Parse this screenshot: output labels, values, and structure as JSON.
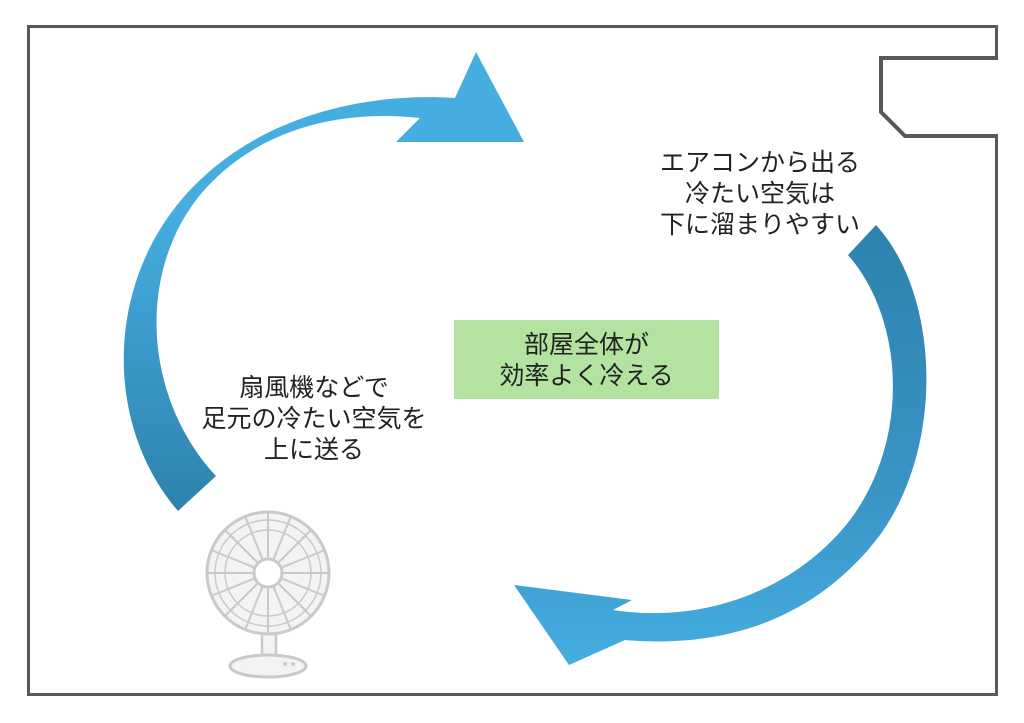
{
  "colors": {
    "frame": "#595959",
    "arrow_light": "#45ade0",
    "arrow_dark": "#2d82ad",
    "center_box": "#b4e2a0",
    "fan": "#c9c9c9"
  },
  "ac_caption": {
    "line1": "エアコンから出る",
    "line2": "冷たい空気は",
    "line3": "下に溜まりやすい"
  },
  "fan_caption": {
    "line1": "扇風機などで",
    "line2": "足元の冷たい空気を",
    "line3": "上に送る"
  },
  "center_label": {
    "line1": "部屋全体が",
    "line2": "効率よく冷える"
  },
  "icons": {
    "air_conditioner": "air-conditioner-icon",
    "fan": "electric-fan-icon",
    "arrow_up": "curved-arrow-up-icon",
    "arrow_down": "curved-arrow-down-icon"
  }
}
